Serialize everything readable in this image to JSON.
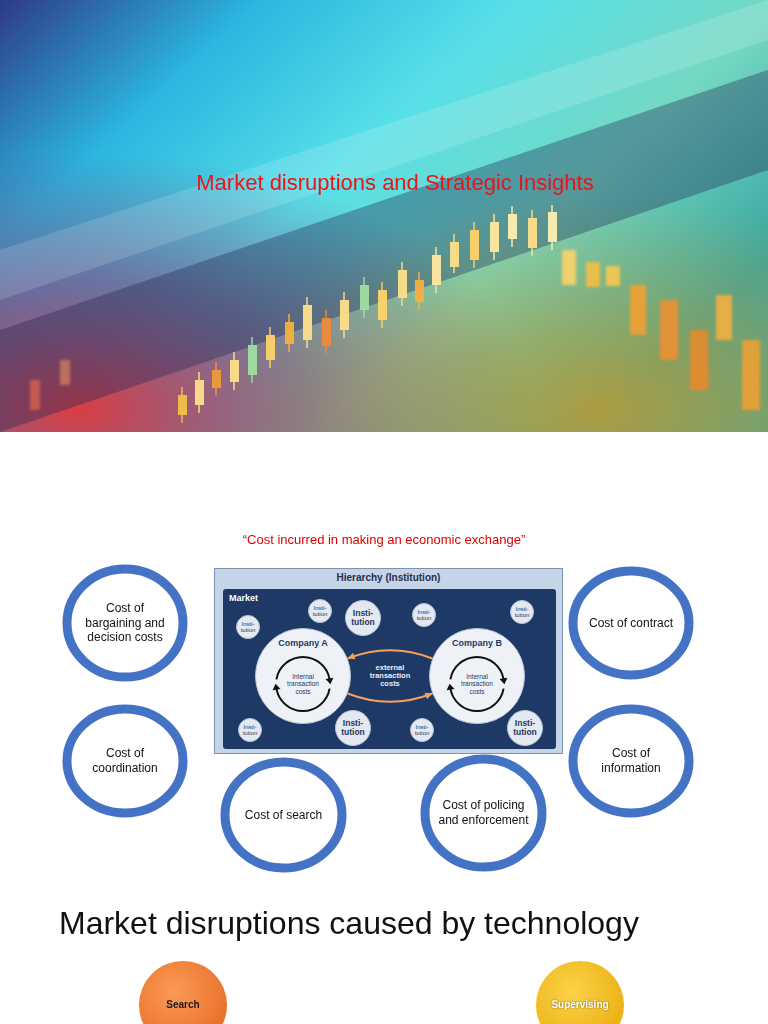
{
  "diagram": {
    "title": "Market disruptions and Strategic Insights",
    "nodes": [
      {
        "text": [
          "Cost of bargaining and decision costs"
        ]
      },
      {
        "text": [
          "Hierarchy (Institution)"
        ]
      },
      {
        "text": [
          "Market"
        ],
        "in": 1
      },
      {
        "text": [
          "Insti- tution"
        ],
        "in": 2
      },
      {
        "text": [
          "Insti- tution"
        ],
        "in": 2
      },
      {
        "text": [
          "Insti- tution"
        ],
        "in": 2
      },
      {
        "text": [
          "Insti- tution"
        ],
        "in": 2
      },
      {
        "text": [
          "Insti- tution"
        ],
        "in": 2
      },
      {
        "text": [
          "Company A",
          "Internal transaction costs"
        ],
        "in": 2
      },
      {
        "text": [
          "Company B",
          "Internal transaction costs"
        ],
        "in": 2
      },
      {
        "text": [
          "Insti- tution"
        ],
        "in": 2
      },
      {
        "text": [
          "Insti- tution"
        ],
        "in": 2
      },
      {
        "text": [
          "Insti- tution"
        ],
        "in": 2
      },
      {
        "text": [
          "Insti- tution"
        ],
        "in": 2
      },
      {
        "text": [
          "Cost of contract"
        ]
      },
      {
        "text": [
          "Cost of coordination"
        ]
      },
      {
        "text": [
          "Cost of information"
        ]
      },
      {
        "text": [
          "Cost of search"
        ]
      },
      {
        "text": [
          "Cost of policing and enforcement"
        ]
      },
      {
        "text": [
          "Search"
        ]
      },
      {
        "text": [
          "Supervising"
        ]
      }
    ],
    "edges": [
      {
        "from": 9,
        "to": 8,
        "arrow": "to",
        "label": "external transaction costs"
      },
      {
        "from": 8,
        "to": 9,
        "arrow": "to"
      }
    ],
    "labels": [
      "“Cost incurred in making an economic exchange”",
      "Market disruptions caused by technology"
    ]
  }
}
